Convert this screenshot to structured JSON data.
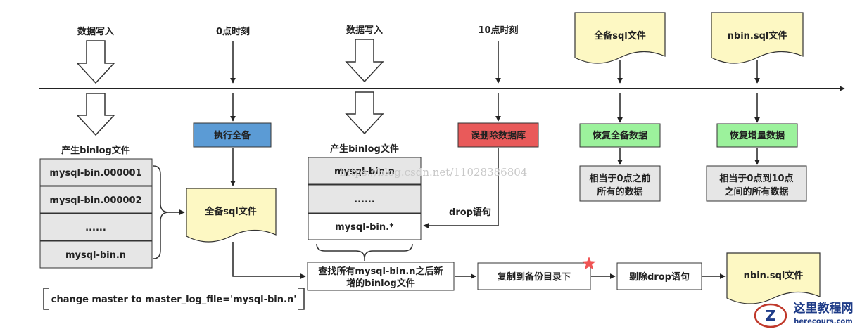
{
  "labels": {
    "data_write_1": "数据写入",
    "time_0": "0点时刻",
    "data_write_2": "数据写入",
    "time_10": "10点时刻",
    "binlog_files_1": "产生binlog文件",
    "binlog_files_2": "产生binlog文件",
    "drop_statement": "drop语句",
    "change_master": "change master to master_log_file='mysql-bin.n'"
  },
  "docs": {
    "full_sql_top": "全备sql文件",
    "nbin_sql_top": "nbin.sql文件",
    "full_sql_mid": "全备sql文件",
    "nbin_sql_bottom": "nbin.sql文件"
  },
  "boxes": {
    "full_backup": "执行全备",
    "mistaken_delete": "误删除数据库",
    "restore_full": "恢复全备数据",
    "restore_incremental": "恢复增量数据",
    "equiv_before_0": [
      "相当于0点之前",
      "所有的数据"
    ],
    "equiv_0_to_10": [
      "相当于0点到10点",
      "之间的所有数据"
    ],
    "find_binlogs": [
      "查找所有mysql-bin.n之后新",
      "增的binlog文件"
    ],
    "copy_backup_dir": "复制到备份目录下",
    "remove_drop": "剔除drop语句"
  },
  "binlog_list_1": [
    "mysql-bin.000001",
    "mysql-bin.000002",
    "......",
    "mysql-bin.n"
  ],
  "binlog_list_2": [
    "mysql-bin.n",
    "......",
    "mysql-bin.*"
  ],
  "watermark": "https://blog.csdn.net/11028386804",
  "logo": {
    "cn": "这里教程网",
    "url": "herecours.com",
    "letter": "Z"
  },
  "colors": {
    "blue_box": "#5b9bd5",
    "red_box": "#e95a5a",
    "green_box": "#9cf29c",
    "doc_fill": "#fdf8c3",
    "list_fill": "#e6e6e6",
    "star": "#f05454"
  }
}
